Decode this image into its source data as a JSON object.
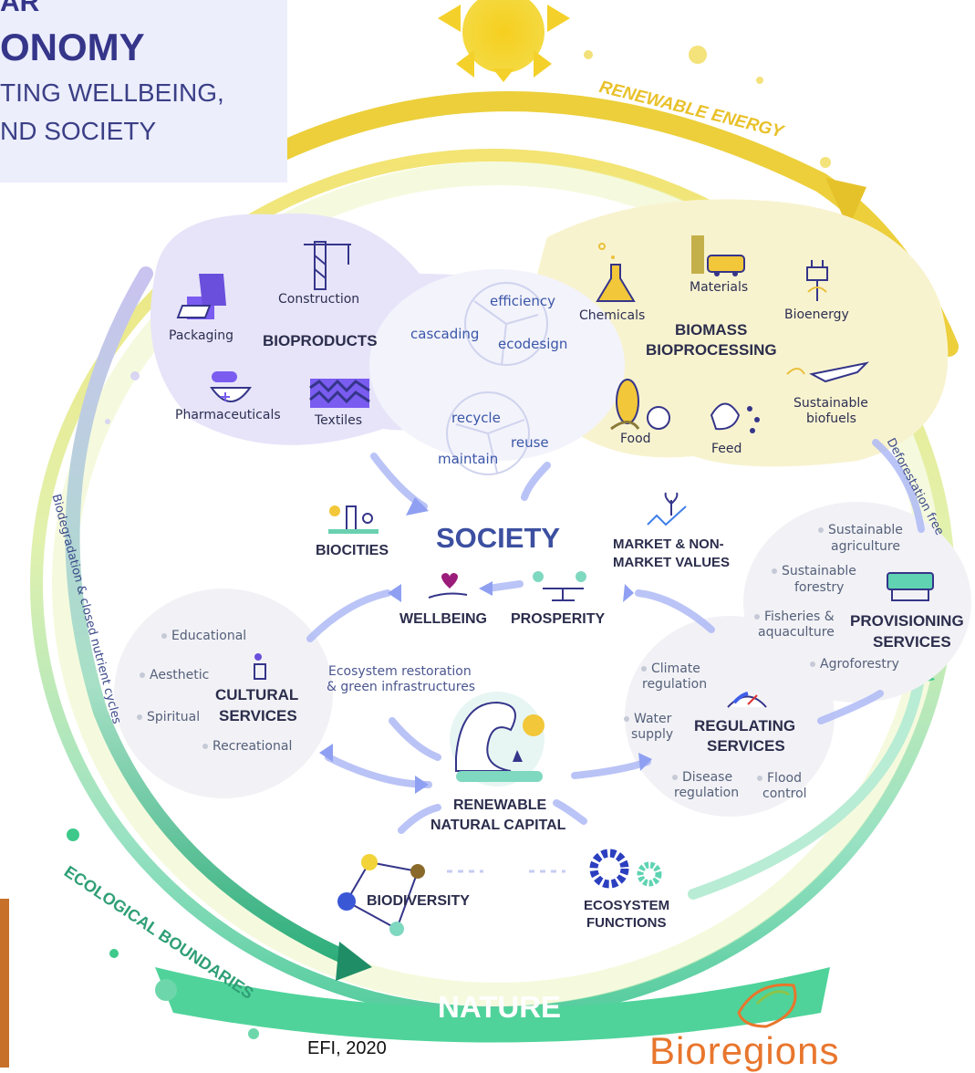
{
  "title": {
    "line1": "AR",
    "line2": "ONOMY",
    "line3": "TING WELLBEING,",
    "line4": "ND SOCIETY"
  },
  "arcs": {
    "renewable_energy": "RENEWABLE ENERGY",
    "ecological_boundaries": "ECOLOGICAL BOUNDARIES",
    "biodegradation": "Biodegradation & closed nutrient cycles",
    "deforestation": "Deforestation free",
    "nature": "NATURE"
  },
  "bioproducts": {
    "heading": "BIOPRODUCTS",
    "items": [
      "Packaging",
      "Construction",
      "Pharmaceuticals",
      "Textiles"
    ]
  },
  "circular_principles": {
    "upper": [
      "efficiency",
      "cascading",
      "ecodesign"
    ],
    "lower": [
      "recycle",
      "reuse",
      "maintain"
    ]
  },
  "biomass": {
    "heading_line1": "BIOMASS",
    "heading_line2": "BIOPROCESSING",
    "items": [
      "Chemicals",
      "Materials",
      "Bioenergy",
      "Food",
      "Feed",
      "Sustainable",
      "biofuels"
    ]
  },
  "society": {
    "heading": "SOCIETY",
    "biocities": "BIOCITIES",
    "market_line1": "MARKET & NON-",
    "market_line2": "MARKET VALUES",
    "wellbeing": "WELLBEING",
    "prosperity": "PROSPERITY"
  },
  "cultural": {
    "heading_line1": "CULTURAL",
    "heading_line2": "SERVICES",
    "items": [
      "Educational",
      "Aesthetic",
      "Spiritual",
      "Recreational"
    ]
  },
  "ecosystem_restoration": {
    "line1": "Ecosystem restoration",
    "line2": "& green infrastructures"
  },
  "regulating": {
    "heading_line1": "REGULATING",
    "heading_line2": "SERVICES",
    "climate": [
      "Climate",
      "regulation"
    ],
    "water": [
      "Water",
      "supply"
    ],
    "disease": [
      "Disease",
      "regulation"
    ],
    "flood": [
      "Flood",
      "control"
    ]
  },
  "provisioning": {
    "heading_line1": "PROVISIONING",
    "heading_line2": "SERVICES",
    "agri": [
      "Sustainable",
      "agriculture"
    ],
    "forestry": [
      "Sustainable",
      "forestry"
    ],
    "fish": [
      "Fisheries &",
      "aquaculture"
    ],
    "agroforestry": "Agroforestry"
  },
  "natural_capital": {
    "line1": "RENEWABLE",
    "line2": "NATURAL CAPITAL"
  },
  "biodiversity": "BIODIVERSITY",
  "ecosystem_functions": {
    "line1": "ECOSYSTEM",
    "line2": "FUNCTIONS"
  },
  "credit": "EFI, 2020",
  "logo_text": "Bioregions",
  "colors": {
    "yellow": "#f3d43c",
    "green": "#3ec98b",
    "navy": "#35358a",
    "purple_blob": "#e6e4f9",
    "yellow_blob": "#f8f3cf",
    "logo_orange": "#e8762d",
    "logo_green": "#8bc34a"
  }
}
